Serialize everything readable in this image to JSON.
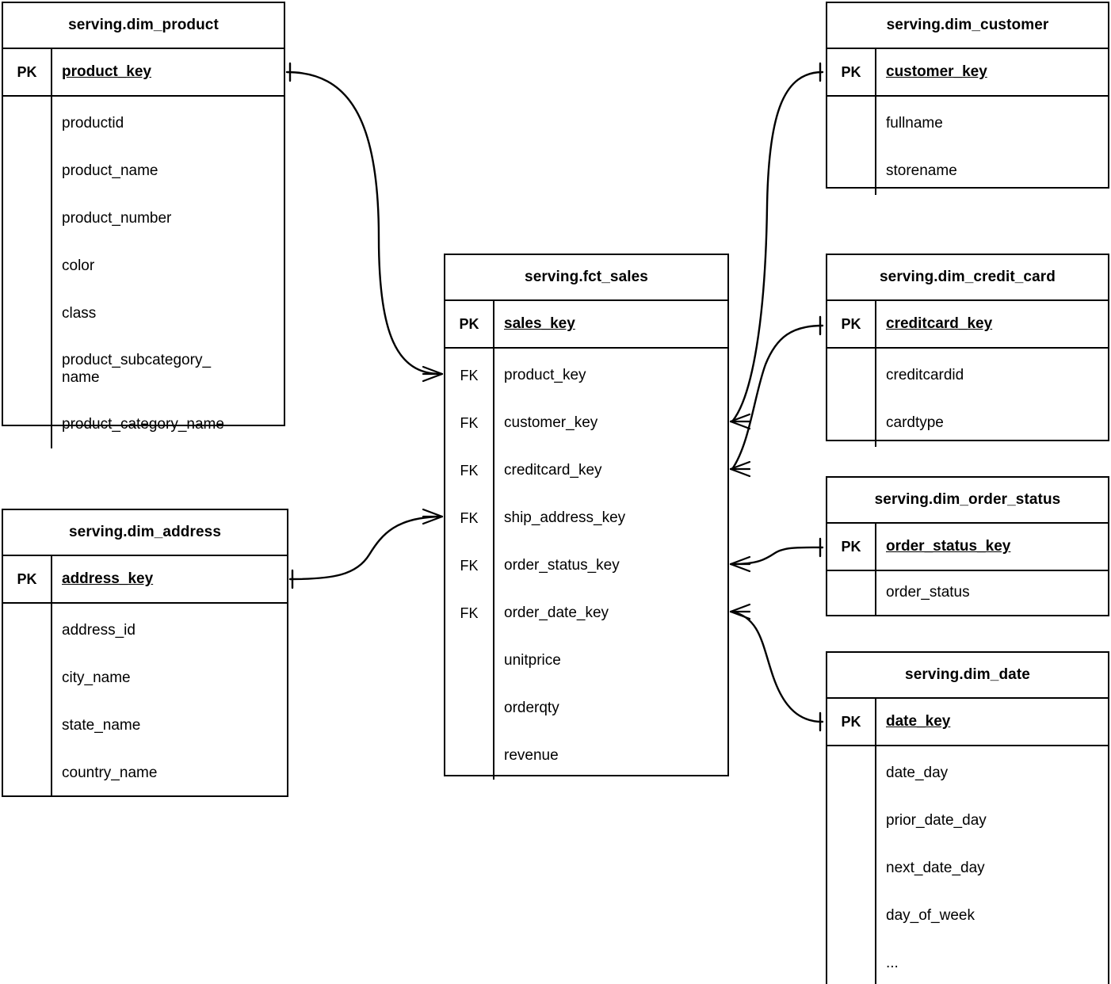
{
  "diagram": {
    "type": "entity-relationship-diagram",
    "notation": "crow's foot",
    "line_color": "#000000",
    "background_color": "#ffffff",
    "text_color": "#000000"
  },
  "entities": [
    {
      "id": "dim_product",
      "title": "serving.dim_product",
      "pk": {
        "key_label": "PK",
        "name": "product_key"
      },
      "attributes": [
        {
          "key_label": "",
          "name": "productid"
        },
        {
          "key_label": "",
          "name": "product_name"
        },
        {
          "key_label": "",
          "name": "product_number"
        },
        {
          "key_label": "",
          "name": "color"
        },
        {
          "key_label": "",
          "name": "class"
        },
        {
          "key_label": "",
          "name": "product_subcategory_",
          "name2": "name"
        },
        {
          "key_label": "",
          "name": "product_category_name"
        }
      ]
    },
    {
      "id": "dim_address",
      "title": "serving.dim_address",
      "pk": {
        "key_label": "PK",
        "name": "address_key"
      },
      "attributes": [
        {
          "key_label": "",
          "name": "address_id"
        },
        {
          "key_label": "",
          "name": "city_name"
        },
        {
          "key_label": "",
          "name": "state_name"
        },
        {
          "key_label": "",
          "name": "country_name"
        }
      ]
    },
    {
      "id": "fct_sales",
      "title": "serving.fct_sales",
      "pk": {
        "key_label": "PK",
        "name": "sales_key"
      },
      "attributes": [
        {
          "key_label": "FK",
          "name": "product_key"
        },
        {
          "key_label": "FK",
          "name": "customer_key"
        },
        {
          "key_label": "FK",
          "name": "creditcard_key"
        },
        {
          "key_label": "FK",
          "name": "ship_address_key"
        },
        {
          "key_label": "FK",
          "name": "order_status_key"
        },
        {
          "key_label": "FK",
          "name": "order_date_key"
        },
        {
          "key_label": "",
          "name": "unitprice"
        },
        {
          "key_label": "",
          "name": "orderqty"
        },
        {
          "key_label": "",
          "name": "revenue"
        }
      ]
    },
    {
      "id": "dim_customer",
      "title": "serving.dim_customer",
      "pk": {
        "key_label": "PK",
        "name": "customer_key"
      },
      "attributes": [
        {
          "key_label": "",
          "name": "fullname"
        },
        {
          "key_label": "",
          "name": "storename"
        }
      ]
    },
    {
      "id": "dim_credit_card",
      "title": "serving.dim_credit_card",
      "pk": {
        "key_label": "PK",
        "name": "creditcard_key"
      },
      "attributes": [
        {
          "key_label": "",
          "name": "creditcardid"
        },
        {
          "key_label": "",
          "name": "cardtype"
        }
      ]
    },
    {
      "id": "dim_order_status",
      "title": "serving.dim_order_status",
      "pk": {
        "key_label": "PK",
        "name": "order_status_key"
      },
      "attributes": [
        {
          "key_label": "",
          "name": "order_status"
        }
      ]
    },
    {
      "id": "dim_date",
      "title": "serving.dim_date",
      "pk": {
        "key_label": "PK",
        "name": "date_key"
      },
      "attributes": [
        {
          "key_label": "",
          "name": "date_day"
        },
        {
          "key_label": "",
          "name": "prior_date_day"
        },
        {
          "key_label": "",
          "name": "next_date_day"
        },
        {
          "key_label": "",
          "name": "day_of_week"
        },
        {
          "key_label": "",
          "name": "..."
        }
      ]
    }
  ],
  "relationships": [
    {
      "id": "rel-product-sales",
      "from": "dim_product.product_key",
      "to": "fct_sales.product_key",
      "from_cardinality": "one",
      "to_cardinality": "many"
    },
    {
      "id": "rel-address-sales",
      "from": "dim_address.address_key",
      "to": "fct_sales.ship_address_key",
      "from_cardinality": "one",
      "to_cardinality": "many"
    },
    {
      "id": "rel-customer-sales",
      "from": "dim_customer.customer_key",
      "to": "fct_sales.customer_key",
      "from_cardinality": "one",
      "to_cardinality": "many"
    },
    {
      "id": "rel-creditcard-sales",
      "from": "dim_credit_card.creditcard_key",
      "to": "fct_sales.creditcard_key",
      "from_cardinality": "one",
      "to_cardinality": "many"
    },
    {
      "id": "rel-orderstatus-sales",
      "from": "dim_order_status.order_status_key",
      "to": "fct_sales.order_status_key",
      "from_cardinality": "one",
      "to_cardinality": "many"
    },
    {
      "id": "rel-date-sales",
      "from": "dim_date.date_key",
      "to": "fct_sales.order_date_key",
      "from_cardinality": "one",
      "to_cardinality": "many"
    }
  ]
}
